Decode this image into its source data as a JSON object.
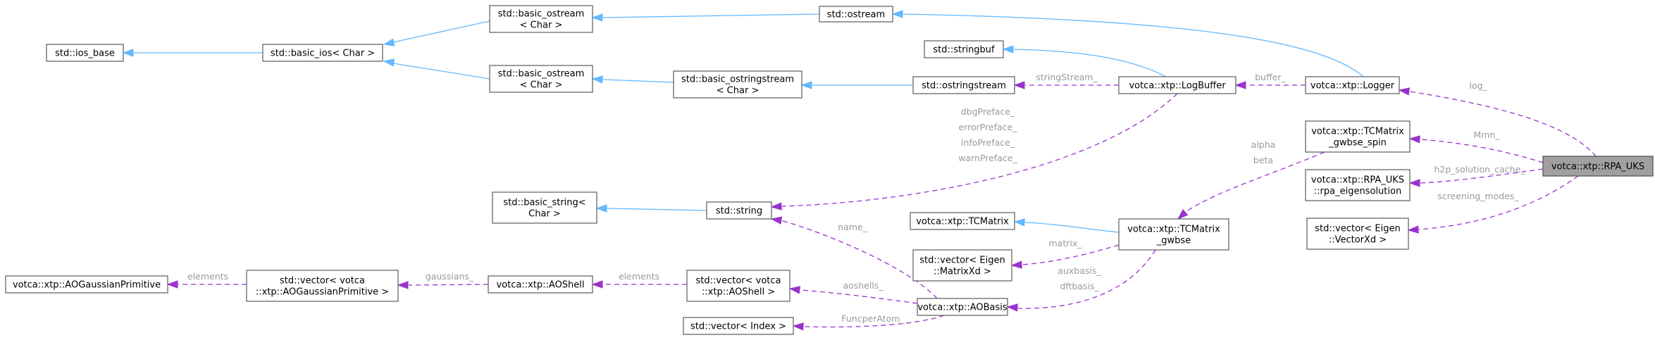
{
  "nodes": {
    "ios_base": [
      "std::ios_base"
    ],
    "basic_ios": [
      "std::basic_ios< Char >"
    ],
    "basic_ostream_a": [
      "std::basic_ostream",
      "< Char >"
    ],
    "basic_ostream_b": [
      "std::basic_ostream",
      "< Char >"
    ],
    "ostream": [
      "std::ostream"
    ],
    "stringbuf": [
      "std::stringbuf"
    ],
    "ostringstream": [
      "std::ostringstream"
    ],
    "basic_ostringstream": [
      "std::basic_ostringstream",
      "< Char >"
    ],
    "logbuffer": [
      "votca::xtp::LogBuffer"
    ],
    "logger": [
      "votca::xtp::Logger"
    ],
    "tcm_gwbse_spin": [
      "votca::xtp::TCMatrix",
      "_gwbse_spin"
    ],
    "rpa_eigensolution": [
      "votca::xtp::RPA_UKS",
      "::rpa_eigensolution"
    ],
    "vector_vectorxd": [
      "std::vector< Eigen",
      "::VectorXd >"
    ],
    "rpa_uks": [
      "votca::xtp::RPA_UKS"
    ],
    "basic_string": [
      "std::basic_string<",
      "Char >"
    ],
    "string": [
      "std::string"
    ],
    "tcmatrix": [
      "votca::xtp::TCMatrix"
    ],
    "vector_matrixxd": [
      "std::vector< Eigen",
      "::MatrixXd >"
    ],
    "tcm_gwbse": [
      "votca::xtp::TCMatrix",
      "_gwbse"
    ],
    "aogaussianprimitive": [
      "votca::xtp::AOGaussianPrimitive"
    ],
    "vector_aogp": [
      "std::vector< votca",
      "::xtp::AOGaussianPrimitive >"
    ],
    "aoshell": [
      "votca::xtp::AOShell"
    ],
    "vector_aoshell": [
      "std::vector< votca",
      "::xtp::AOShell >"
    ],
    "aobasis": [
      "votca::xtp::AOBasis"
    ],
    "vector_index": [
      "std::vector< Index >"
    ]
  },
  "edge_labels": {
    "log": [
      "log_"
    ],
    "buffer": [
      "buffer_"
    ],
    "stringstream": [
      "stringStream_"
    ],
    "prefaces": [
      "dbgPreface_",
      "errorPreface_",
      "infoPreface_",
      "warnPreface_"
    ],
    "mmn": [
      "Mmn_"
    ],
    "alphabeta": [
      "alpha",
      "beta"
    ],
    "h2p": [
      "h2p_solution_cache_"
    ],
    "screening": [
      "screening_modes_"
    ],
    "name": [
      "name_"
    ],
    "matrix": [
      "matrix_"
    ],
    "auxdft": [
      "auxbasis_",
      "dftbasis_"
    ],
    "elements_a": [
      "elements"
    ],
    "gaussians": [
      "gaussians_"
    ],
    "elements_b": [
      "elements"
    ],
    "aoshells": [
      "aoshells_"
    ],
    "funcper": [
      "FuncperAtom_"
    ]
  },
  "colors": {
    "inheritance": "#63b8ff",
    "member": "#9a32cd",
    "root_fill": "#a0a0a0",
    "label": "#9a9a9a"
  }
}
